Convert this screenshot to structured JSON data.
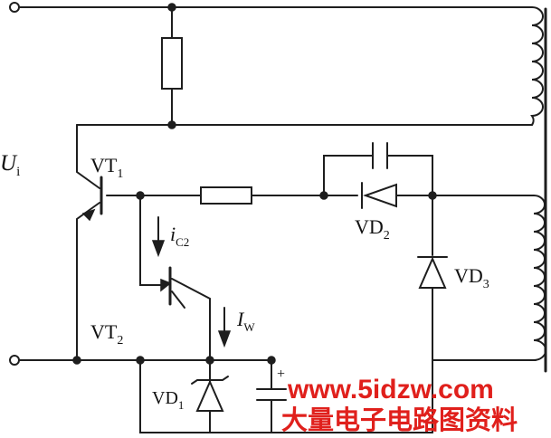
{
  "labels": {
    "input_voltage": {
      "main": "U",
      "sub": "i"
    },
    "vt1": {
      "main": "VT",
      "sub": "1"
    },
    "vt2": {
      "main": "VT",
      "sub": "2"
    },
    "ic2": {
      "main": "i",
      "sub": "C2"
    },
    "iw": {
      "main": "I",
      "sub": "W"
    },
    "vd1": {
      "main": "VD",
      "sub": "1"
    },
    "vd2": {
      "main": "VD",
      "sub": "2"
    },
    "vd3": {
      "main": "VD",
      "sub": "3"
    },
    "cap_plus": "+"
  },
  "watermark": {
    "site": "www.5idzw.com",
    "title": "大量电子电路图资料"
  },
  "colors": {
    "ink": "#1e1e1e",
    "watermark_red": "#e0201c",
    "background": "#ffffff"
  }
}
